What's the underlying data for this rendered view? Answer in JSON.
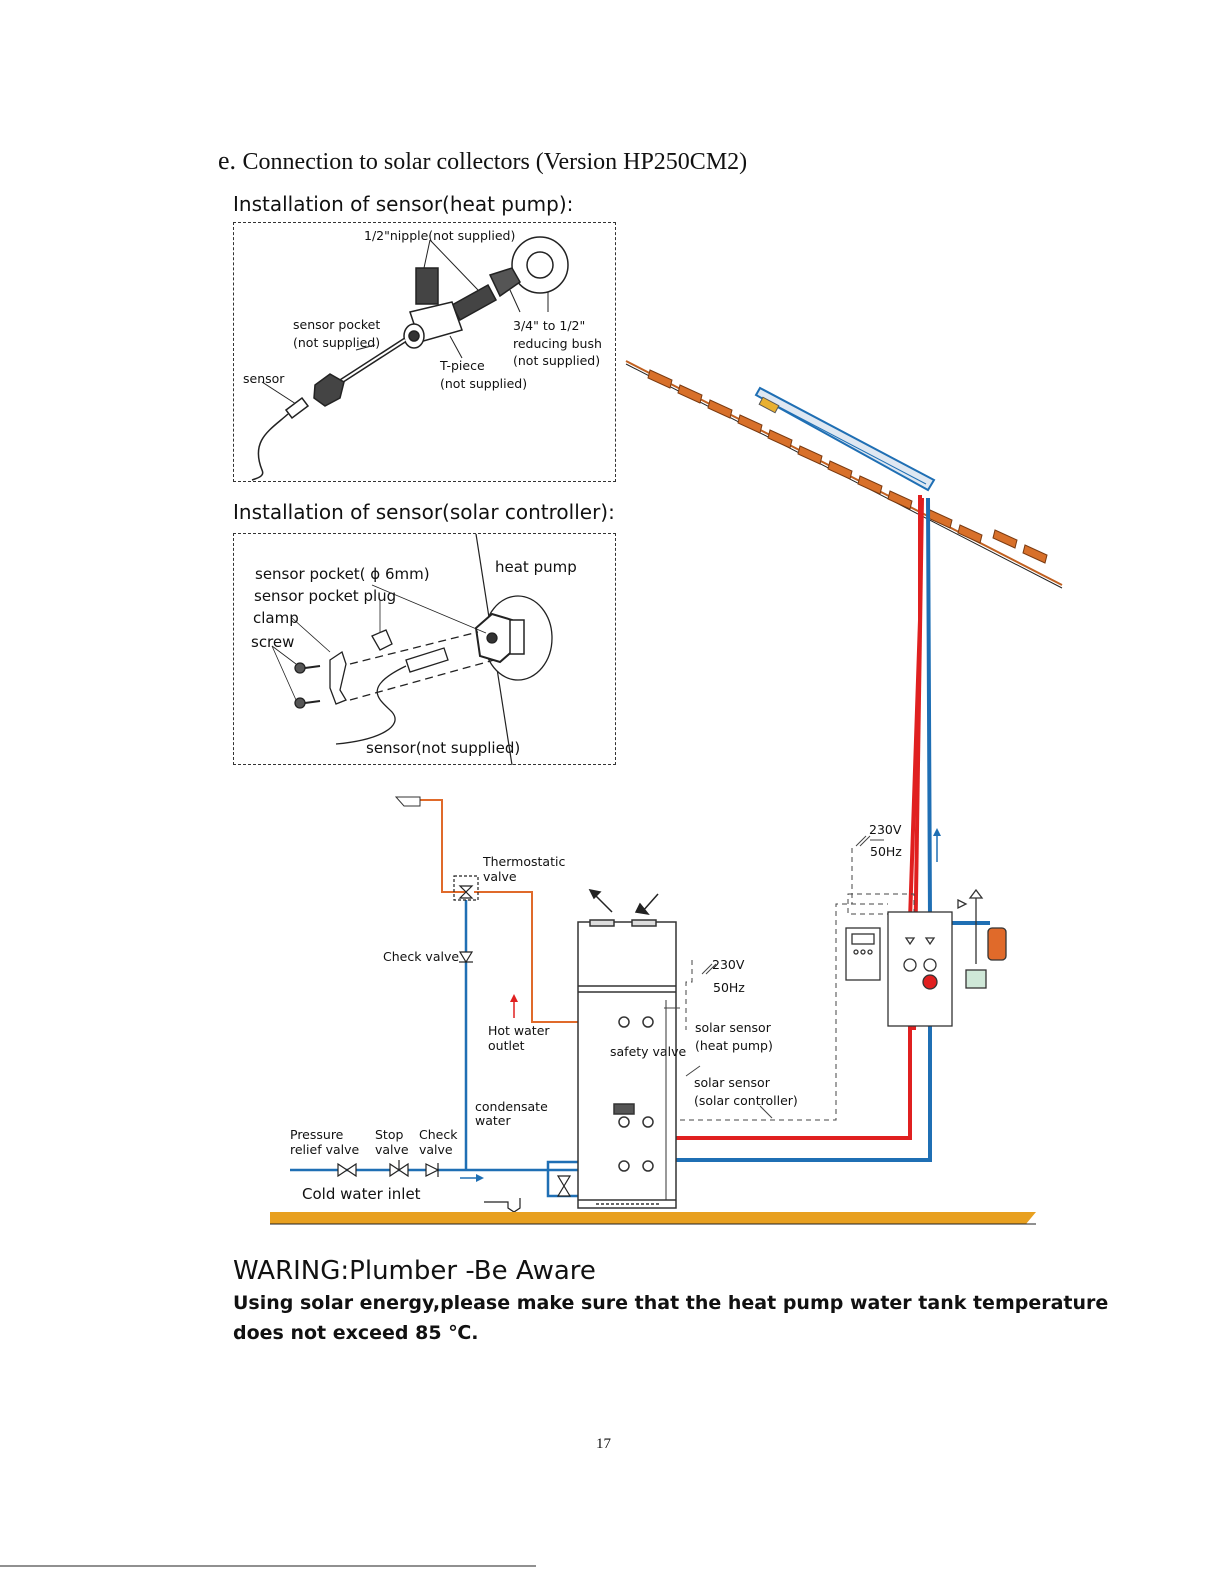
{
  "heading": {
    "prefix": "e.",
    "title": "Connection to solar collectors (Version HP250CM2)"
  },
  "section1": {
    "title": "Installation of sensor(heat pump):",
    "labels": {
      "nipple": "1/2\"nipple(not supplied)",
      "sensor_pocket_1": "sensor pocket",
      "sensor_pocket_2": "(not supplied)",
      "sensor": "sensor",
      "tpiece_1": "T-piece",
      "tpiece_2": "(not supplied)",
      "bush_1": "3/4\" to 1/2\"",
      "bush_2": "reducing bush",
      "bush_3": "(not supplied)"
    }
  },
  "section2": {
    "title": "Installation of sensor(solar controller):",
    "labels": {
      "sensor_pocket": "sensor pocket( ϕ 6mm)",
      "pocket_plug": "sensor pocket plug",
      "clamp": "clamp",
      "screw": "screw",
      "heat_pump": "heat pump",
      "sensor_ns": "sensor(not supplied)"
    }
  },
  "system": {
    "thermostatic_1": "Thermostatic",
    "thermostatic_2": "valve",
    "check_valve": "Check valve",
    "v230_a": "230V",
    "hz50_a": "50Hz",
    "v230_b": "230V",
    "hz50_b": "50Hz",
    "hot_water_1": "Hot water",
    "hot_water_2": "outlet",
    "safety_valve": "safety valve",
    "solar_hp_1": "solar sensor",
    "solar_hp_2": "(heat pump)",
    "solar_sc_1": "solar sensor",
    "solar_sc_2": "(solar controller)",
    "condensate_1": "condensate",
    "condensate_2": "water",
    "pressure_1": "Pressure",
    "pressure_2": "relief valve",
    "stop_1": "Stop",
    "stop_2": "valve",
    "check_1": "Check",
    "check_2": "valve",
    "cold_inlet": "Cold water inlet",
    "colors": {
      "hot": "#e02020",
      "cold": "#1f6fb4",
      "warm": "#e06a2a",
      "ground": "#e8a020"
    }
  },
  "warning": {
    "title": "WARING:Plumber -Be Aware",
    "line1": "Using solar energy,please make sure that the heat pump water tank temperature",
    "line2": "does not exceed 85 ℃."
  },
  "page_number": "17"
}
